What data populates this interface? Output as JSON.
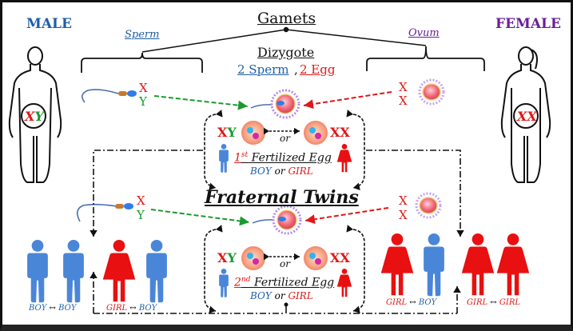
{
  "title": "Gamets",
  "male": {
    "label": "MALE",
    "chromosomes": [
      "X",
      "Y"
    ]
  },
  "female": {
    "label": "FEMALE",
    "chromosomes": [
      "X",
      "X"
    ]
  },
  "gametes": {
    "sperm_label": "Sperm",
    "ovum_label": "Ovum",
    "sperm_chromosomes": [
      "X",
      "Y"
    ],
    "ovum_chromosomes": [
      "X",
      "X"
    ]
  },
  "dizygote": {
    "title": "Dizygote",
    "sperm_count": "2 Sperm",
    "separator": ",",
    "egg_count": "2 Egg"
  },
  "fertilized_eggs": [
    {
      "ordinal_num": "1",
      "ordinal_suffix": "st",
      "label": "Fertilized Egg",
      "left_chrom": [
        "X",
        "Y"
      ],
      "right_chrom": [
        "X",
        "X"
      ],
      "or": "or",
      "boy": "BOY",
      "or2": "or",
      "girl": "GIRL"
    },
    {
      "ordinal_num": "2",
      "ordinal_suffix": "nd",
      "label": "Fertilized Egg",
      "left_chrom": [
        "X",
        "Y"
      ],
      "right_chrom": [
        "X",
        "X"
      ],
      "or": "or",
      "boy": "BOY",
      "or2": "or",
      "girl": "GIRL"
    }
  ],
  "center_title": "Fraternal Twins",
  "outcomes": {
    "left": [
      {
        "pair": [
          "BOY",
          "BOY"
        ],
        "colors": [
          "boy",
          "boy"
        ]
      },
      {
        "pair": [
          "GIRL",
          "BOY"
        ],
        "colors": [
          "girl",
          "boy"
        ]
      }
    ],
    "right": [
      {
        "pair": [
          "GIRL",
          "BOY"
        ],
        "colors": [
          "girl",
          "boy"
        ]
      },
      {
        "pair": [
          "GIRL",
          "GIRL"
        ],
        "colors": [
          "girl",
          "girl"
        ]
      }
    ],
    "pair_arrow": "↔"
  },
  "colors": {
    "male_blue": "#1f5ea8",
    "female_purple": "#6a1f9a",
    "x_red": "#e01818",
    "y_green": "#1a9a2e",
    "boy_fill": "#4a86d8",
    "girl_fill": "#e81010"
  }
}
